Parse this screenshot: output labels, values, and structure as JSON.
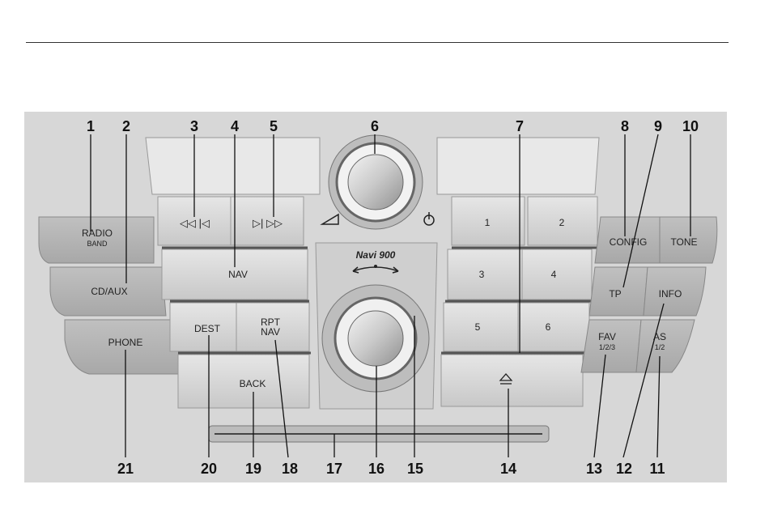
{
  "title": "Navi 900",
  "buttons": {
    "radio": "RADIO",
    "radio_sub": "BAND",
    "cd_aux": "CD/AUX",
    "phone": "PHONE",
    "nav": "NAV",
    "dest": "DEST",
    "rpt": "RPT",
    "rpt_sub": "NAV",
    "back": "BACK",
    "preset_1": "1",
    "preset_2": "2",
    "preset_3": "3",
    "preset_4": "4",
    "preset_5": "5",
    "preset_6": "6",
    "config": "CONFIG",
    "tone": "TONE",
    "tp": "TP",
    "info": "INFO",
    "fav": "FAV",
    "fav_sub": "1/2/3",
    "as": "AS",
    "as_sub": "1/2"
  },
  "callouts": {
    "c1": "1",
    "c2": "2",
    "c3": "3",
    "c4": "4",
    "c5": "5",
    "c6": "6",
    "c7": "7",
    "c8": "8",
    "c9": "9",
    "c10": "10",
    "c11": "11",
    "c12": "12",
    "c13": "13",
    "c14": "14",
    "c15": "15",
    "c16": "16",
    "c17": "17",
    "c18": "18",
    "c19": "19",
    "c20": "20",
    "c21": "21"
  }
}
